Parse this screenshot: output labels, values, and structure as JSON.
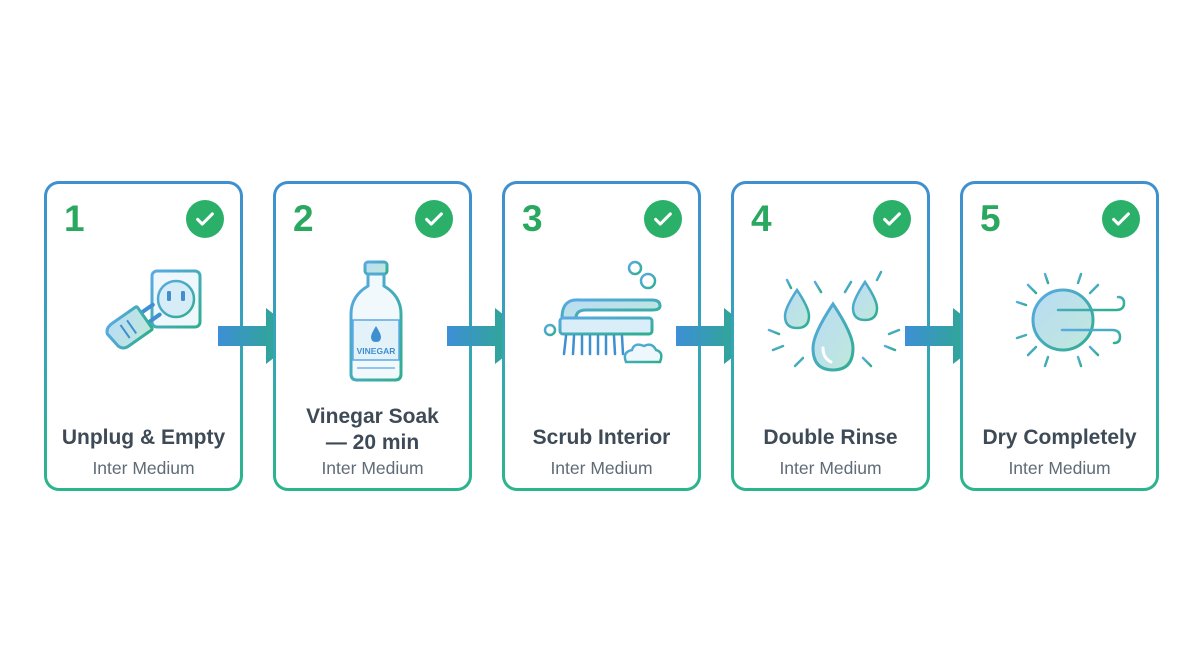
{
  "colors": {
    "card_border_top": "#3f8fd1",
    "card_border_bottom": "#2bb58a",
    "step_number": "#2aa860",
    "check_badge": "#2bb06a",
    "arrow_start": "#3d8fd6",
    "arrow_end": "#2bb07a",
    "title_text": "#3e4a56",
    "subtitle_text": "#5f6b76"
  },
  "steps": [
    {
      "number": "1",
      "icon": "plug-socket-icon",
      "title": "Unplug & Empty",
      "subtitle": "Inter Medium",
      "completed": true
    },
    {
      "number": "2",
      "icon": "vinegar-bottle-icon",
      "title_line1": "Vinegar Soak",
      "title_line2": "— 20 min",
      "subtitle": "Inter Medium",
      "completed": true,
      "bottle_label": "VINEGAR"
    },
    {
      "number": "3",
      "icon": "scrub-brush-icon",
      "title": "Scrub Interior",
      "subtitle": "Inter Medium",
      "completed": true
    },
    {
      "number": "4",
      "icon": "water-drops-icon",
      "title": "Double Rinse",
      "subtitle": "Inter Medium",
      "completed": true
    },
    {
      "number": "5",
      "icon": "sun-wind-icon",
      "title": "Dry Completely",
      "subtitle": "Inter Medium",
      "completed": true
    }
  ]
}
